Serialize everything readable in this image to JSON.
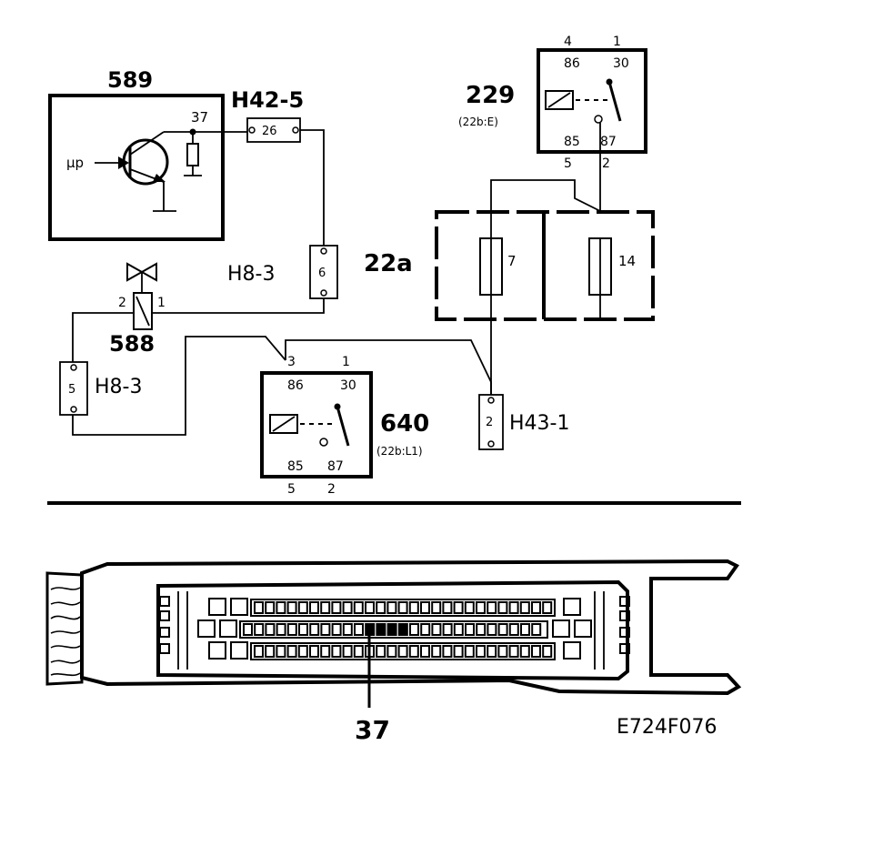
{
  "ecu": {
    "id": "589",
    "pin": "37",
    "input": "µp"
  },
  "connector_h42_5": {
    "label": "H42-5",
    "pin": "26"
  },
  "connector_h8_3_top": {
    "label": "H8-3",
    "pin": "6"
  },
  "connector_h8_3_bottom": {
    "label": "H8-3",
    "pin": "5"
  },
  "valve_588": {
    "id": "588",
    "pin_left": "2",
    "pin_right": "1"
  },
  "relay_229": {
    "id": "229",
    "ref": "(22b:E)",
    "terminals": {
      "t86": "86",
      "t30": "30",
      "t85": "85",
      "t87": "87"
    },
    "pins": {
      "p4": "4",
      "p1": "1",
      "p5": "5",
      "p2": "2"
    }
  },
  "relay_640": {
    "id": "640",
    "ref": "(22b:L1)",
    "terminals": {
      "t86": "86",
      "t30": "30",
      "t85": "85",
      "t87": "87"
    },
    "pins": {
      "p3": "3",
      "p1": "1",
      "p5": "5",
      "p2": "2"
    }
  },
  "fusebox_22a": {
    "label": "22a",
    "fuse_left": "7",
    "fuse_right": "14"
  },
  "connector_h43_1": {
    "label": "H43-1",
    "pin": "2"
  },
  "ecu_connector": {
    "pin_callout": "37"
  },
  "figure_code": "E724F076"
}
